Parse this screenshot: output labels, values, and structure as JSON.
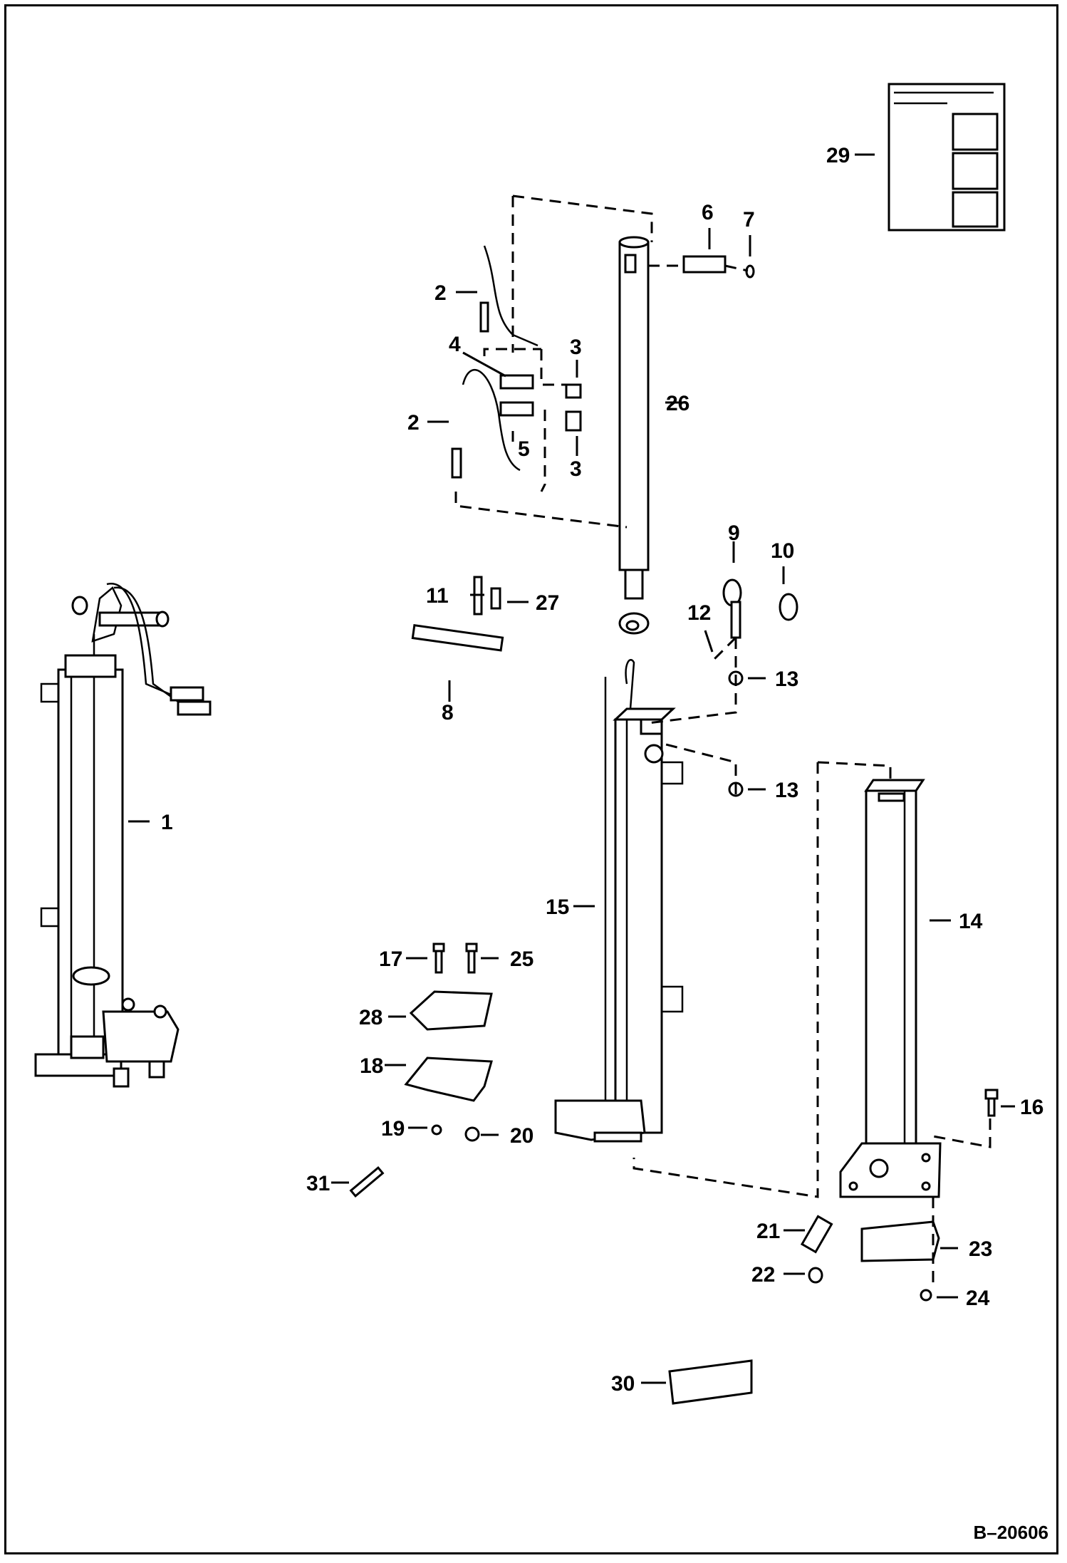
{
  "diagram": {
    "reference_code": "B–20606",
    "callouts": [
      {
        "id": "c1",
        "text": "1"
      },
      {
        "id": "c2a",
        "text": "2"
      },
      {
        "id": "c2b",
        "text": "2"
      },
      {
        "id": "c3a",
        "text": "3"
      },
      {
        "id": "c3b",
        "text": "3"
      },
      {
        "id": "c4",
        "text": "4"
      },
      {
        "id": "c5",
        "text": "5"
      },
      {
        "id": "c6",
        "text": "6"
      },
      {
        "id": "c7",
        "text": "7"
      },
      {
        "id": "c8",
        "text": "8"
      },
      {
        "id": "c9",
        "text": "9"
      },
      {
        "id": "c10",
        "text": "10"
      },
      {
        "id": "c11",
        "text": "11"
      },
      {
        "id": "c12",
        "text": "12"
      },
      {
        "id": "c13a",
        "text": "13"
      },
      {
        "id": "c13b",
        "text": "13"
      },
      {
        "id": "c14",
        "text": "14"
      },
      {
        "id": "c15",
        "text": "15"
      },
      {
        "id": "c16",
        "text": "16"
      },
      {
        "id": "c17",
        "text": "17"
      },
      {
        "id": "c18",
        "text": "18"
      },
      {
        "id": "c19",
        "text": "19"
      },
      {
        "id": "c20",
        "text": "20"
      },
      {
        "id": "c21",
        "text": "21"
      },
      {
        "id": "c22",
        "text": "22"
      },
      {
        "id": "c23",
        "text": "23"
      },
      {
        "id": "c24",
        "text": "24"
      },
      {
        "id": "c25",
        "text": "25"
      },
      {
        "id": "c26",
        "text": "26"
      },
      {
        "id": "c27",
        "text": "27"
      },
      {
        "id": "c28",
        "text": "28"
      },
      {
        "id": "c29",
        "text": "29"
      },
      {
        "id": "c30",
        "text": "30"
      },
      {
        "id": "c31",
        "text": "31"
      }
    ]
  }
}
